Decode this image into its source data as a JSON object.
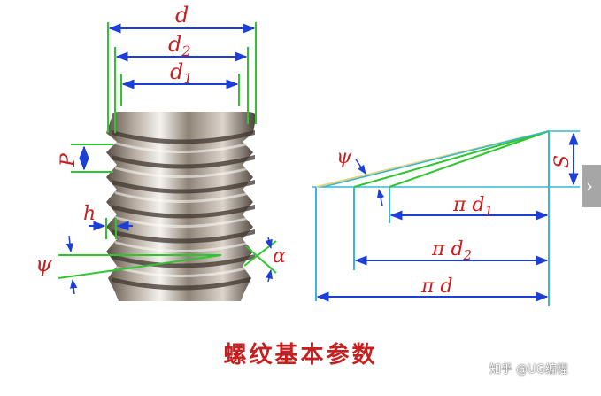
{
  "labels": {
    "d": "d",
    "d2": "d",
    "d2_sub": "2",
    "d1": "d",
    "d1_sub": "1",
    "p": "P",
    "h": "h",
    "psi_left": "ψ",
    "alpha": "α",
    "psi_right": "ψ",
    "s": "S",
    "pi_d1": "π d",
    "pi_d1_sub": "1",
    "pi_d2": "π d",
    "pi_d2_sub": "2",
    "pi_d": "π d"
  },
  "title": "螺纹基本参数",
  "watermark": "知乎 @UG编程",
  "nav": {
    "arrow": "›"
  },
  "colors": {
    "label": "#c81e1e",
    "dimension": "#1c3fd6",
    "guide": "#2fc52f",
    "helix": "#35b9d6"
  }
}
